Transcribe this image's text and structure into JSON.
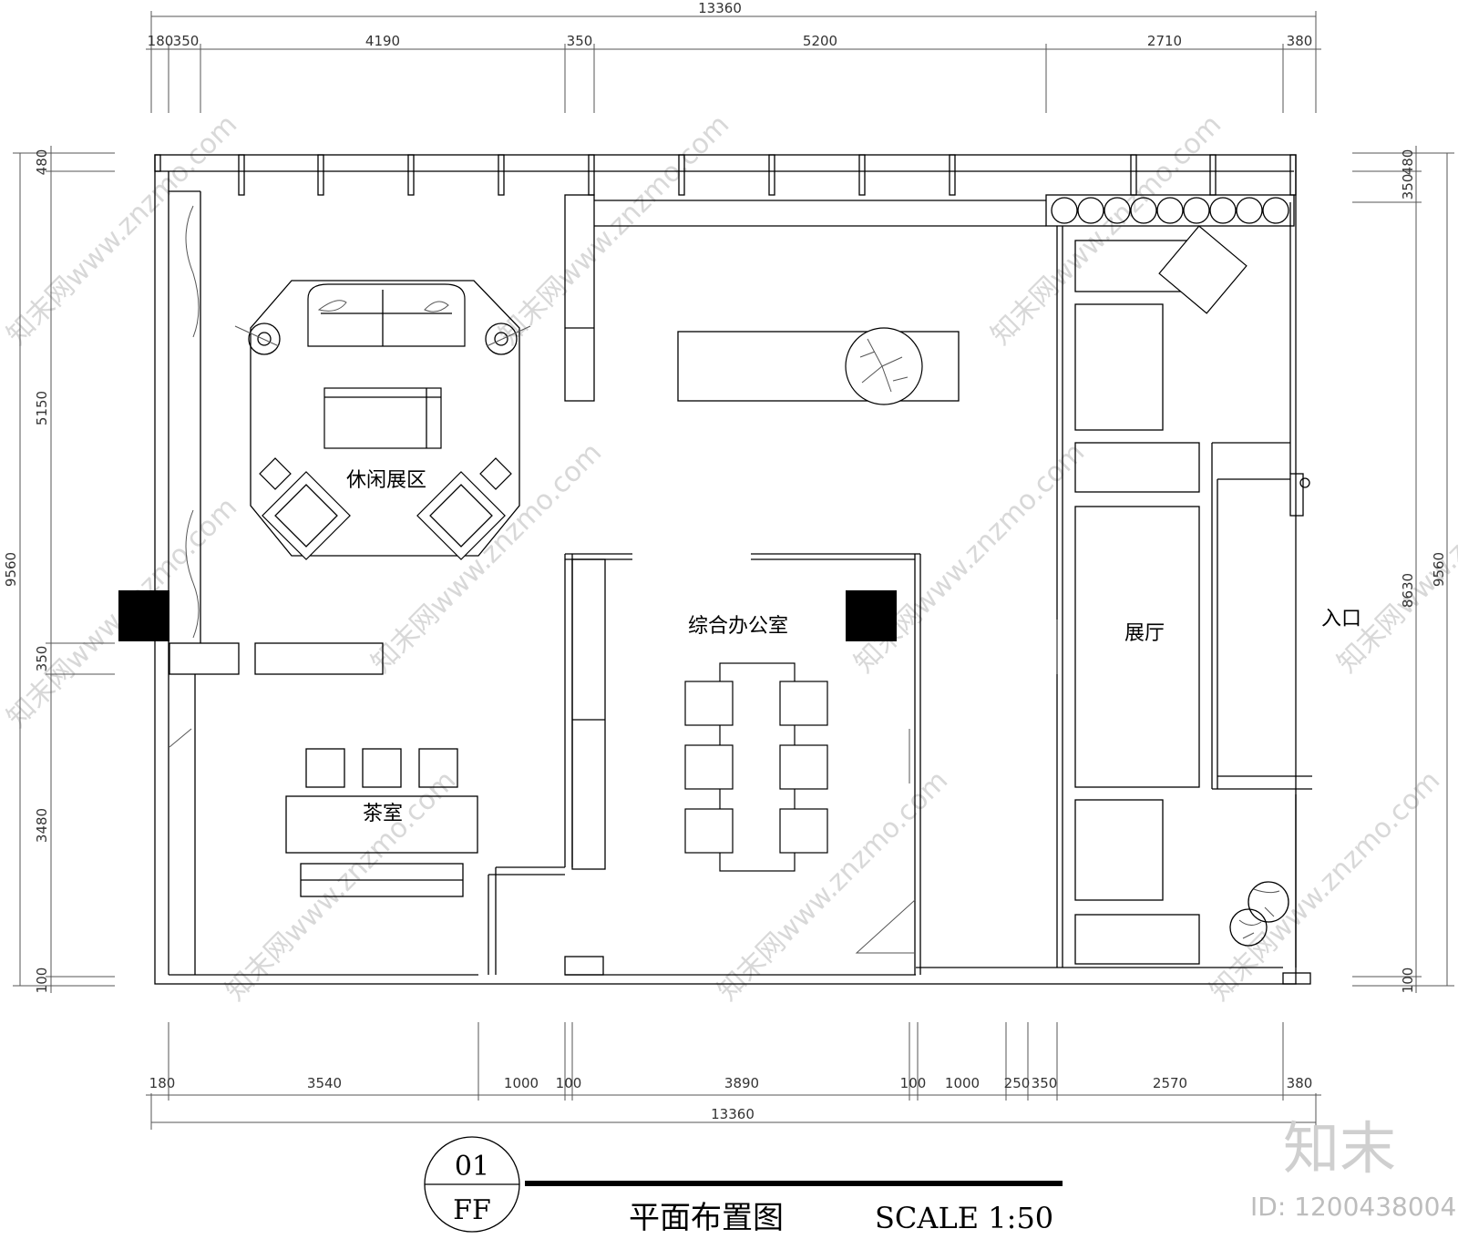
{
  "dimensions": {
    "top_total": "13360",
    "top_segments": [
      "180",
      "350",
      "4190",
      "350",
      "5200",
      "2710",
      "380"
    ],
    "bottom_segments": [
      "180",
      "3540",
      "1000",
      "100",
      "3890",
      "100",
      "1000",
      "250",
      "350",
      "2570",
      "380"
    ],
    "bottom_total": "13360",
    "left_total": "9560",
    "left_segments": [
      "480",
      "5150",
      "350",
      "3480",
      "100"
    ],
    "right_total": "9560",
    "right_segments": [
      "480",
      "350",
      "8630",
      "100"
    ]
  },
  "rooms": {
    "leisure": "休闲展区",
    "office": "综合办公室",
    "tea": "茶室",
    "hall": "展厅",
    "entrance": "入口"
  },
  "title_block": {
    "number": "01",
    "sheet": "FF",
    "title": "平面布置图",
    "scale": "SCALE 1:50"
  },
  "watermark": {
    "text": "知末网www.znzmo.com",
    "logo": "知末",
    "id": "ID: 1200438004"
  }
}
